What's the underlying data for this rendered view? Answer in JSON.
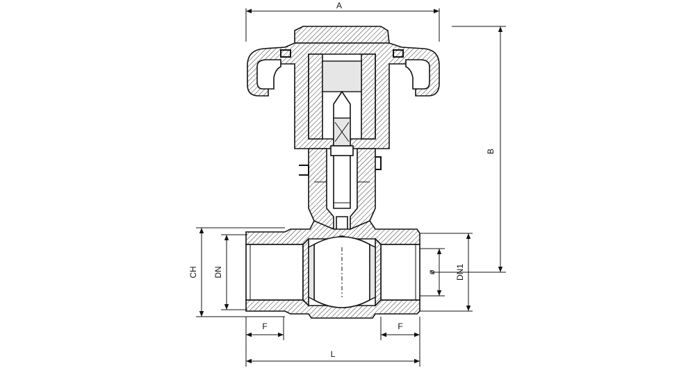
{
  "dimensions": {
    "A": "A",
    "B": "B",
    "CH": "CH",
    "DN": "DN",
    "DN1": "DN1",
    "phi": "ø",
    "F_left": "F",
    "F_right": "F",
    "L": "L"
  }
}
